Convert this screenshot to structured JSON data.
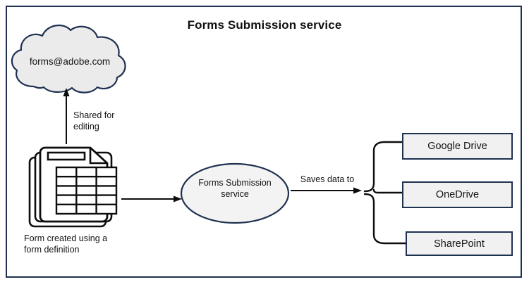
{
  "diagram": {
    "title": "Forms Submission service",
    "cloud": {
      "label": "forms@adobe.com",
      "icon": "cloud-icon"
    },
    "shared_arrow": {
      "label_line1": "Shared for",
      "label_line2": "editing",
      "icon": "up-arrow-icon"
    },
    "form_node": {
      "icon": "stacked-form-document-icon",
      "caption_line1": "Form created using a",
      "caption_line2": "form definition"
    },
    "service_node": {
      "label_line1": "Forms Submission",
      "label_line2": "service",
      "icon": "ellipse-shape"
    },
    "saves_arrow": {
      "label": "Saves data to",
      "icon": "right-arrow-icon"
    },
    "bracket": {
      "icon": "curly-brace-icon"
    },
    "destinations": [
      {
        "label": "Google Drive"
      },
      {
        "label": "OneDrive"
      },
      {
        "label": "SharePoint"
      }
    ],
    "colors": {
      "stroke": "#1f3150",
      "fill": "#f1f1f1",
      "line": "#0d0d0d",
      "background": "#ffffff"
    }
  }
}
